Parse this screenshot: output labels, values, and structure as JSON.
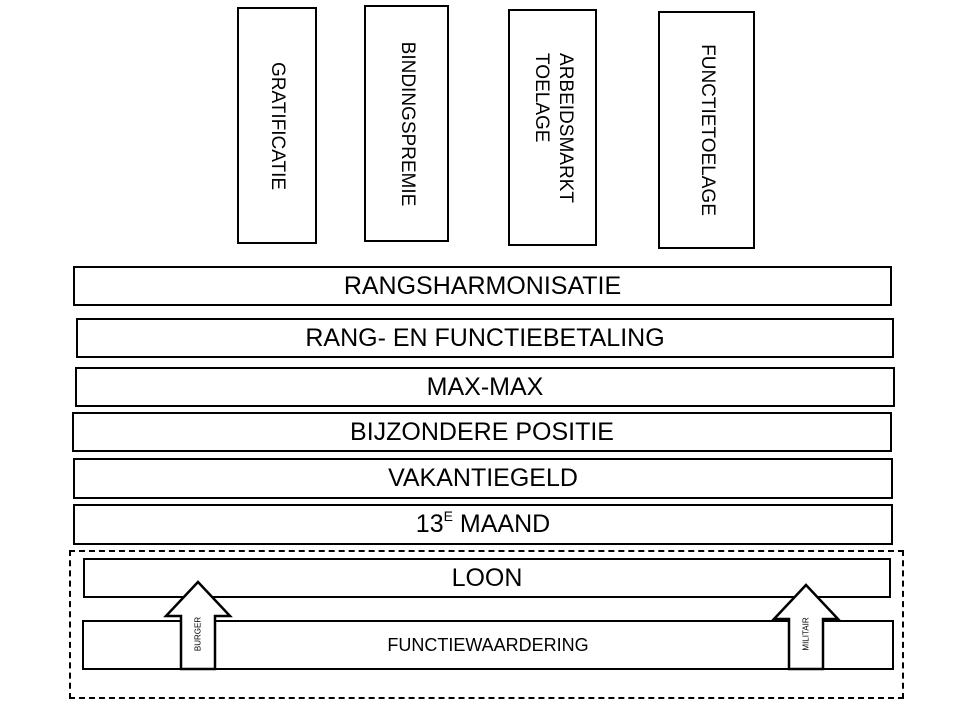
{
  "top_boxes": [
    {
      "lines": [
        "GRATIFICATIE"
      ]
    },
    {
      "lines": [
        "BINDINGSPREMIE"
      ]
    },
    {
      "lines": [
        "ARBEIDSMARKT",
        "TOELAGE"
      ]
    },
    {
      "lines": [
        "FUNCTIETOELAGE"
      ]
    }
  ],
  "layers": {
    "rangsharmonisatie": "RANGSHARMONISATIE",
    "rang_functiebetaling": "RANG- EN FUNCTIEBETALING",
    "max_max": "MAX-MAX",
    "bijzondere_positie": "BIJZONDERE POSITIE",
    "vakantiegeld": "VAKANTIEGELD",
    "maand_number": "13",
    "maand_sup": "E",
    "maand_text": "MAAND",
    "loon": "LOON",
    "functiewaardering": "FUNCTIEWAARDERING"
  },
  "arrows": {
    "left_label": "BURGER",
    "right_label": "MILITAIR"
  }
}
